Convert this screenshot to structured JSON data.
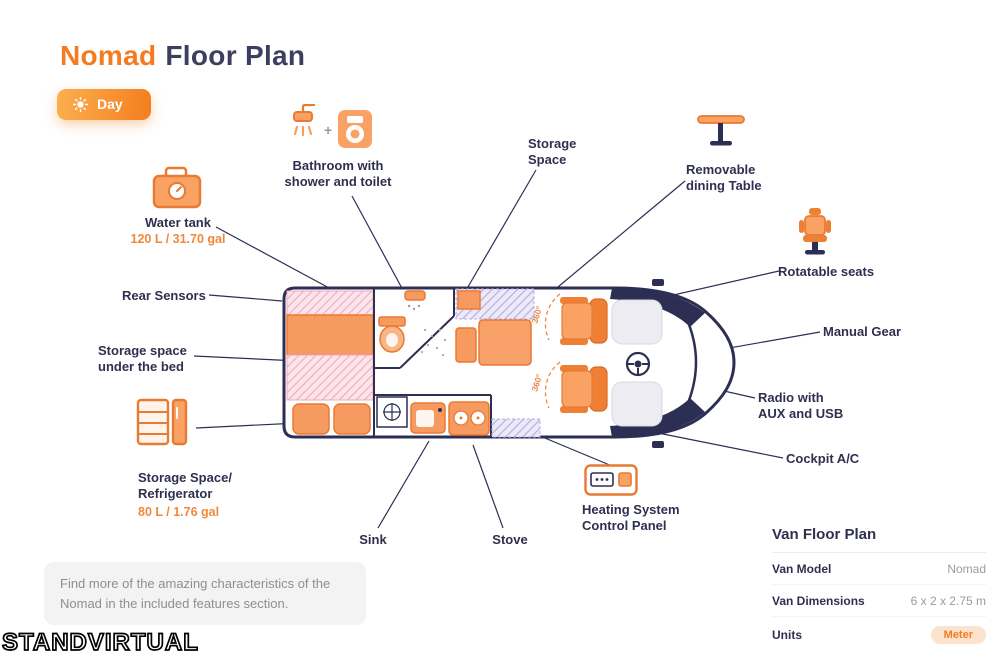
{
  "colors": {
    "accent": "#F47B20",
    "navy": "#2D2E54",
    "hatch_pink": "#F0A9BE",
    "hatch_purple": "#B5ACE0",
    "muted": "#8E8E93"
  },
  "title": {
    "brand": "Nomad",
    "rest": "Floor Plan"
  },
  "mode_badge": {
    "label": "Day"
  },
  "callouts": {
    "bathroom": {
      "label": "Bathroom with shower and toilet"
    },
    "storage_top": {
      "label": "Storage Space"
    },
    "dining_table": {
      "label": "Removable dining Table"
    },
    "water_tank": {
      "label": "Water tank",
      "capacity": "120 L / 31.70 gal"
    },
    "rear_sensors": {
      "label": "Rear Sensors"
    },
    "storage_bed": {
      "label": "Storage space under the bed"
    },
    "fridge": {
      "label": "Storage Space/ Refrigerator",
      "capacity": "80 L / 1.76 gal"
    },
    "rotatable_seats": {
      "label": "Rotatable seats"
    },
    "manual_gear": {
      "label": "Manual Gear"
    },
    "radio": {
      "label": "Radio with AUX and USB"
    },
    "cockpit_ac": {
      "label": "Cockpit A/C"
    },
    "heating": {
      "label": "Heating System Control Panel"
    },
    "sink": {
      "label": "Sink"
    },
    "stove": {
      "label": "Stove"
    },
    "plus": "+"
  },
  "floor_plan": {
    "rotation_label": "360°"
  },
  "info_panel": {
    "title": "Van Floor Plan",
    "rows": [
      {
        "label": "Van Model",
        "value": "Nomad"
      },
      {
        "label": "Van Dimensions",
        "value": "6 x 2 x 2.75 m"
      },
      {
        "label": "Units",
        "value": "Meter"
      }
    ]
  },
  "note": "Find more of the amazing characteristics of the Nomad in the included features section.",
  "watermark": "STANDVIRTUAL"
}
